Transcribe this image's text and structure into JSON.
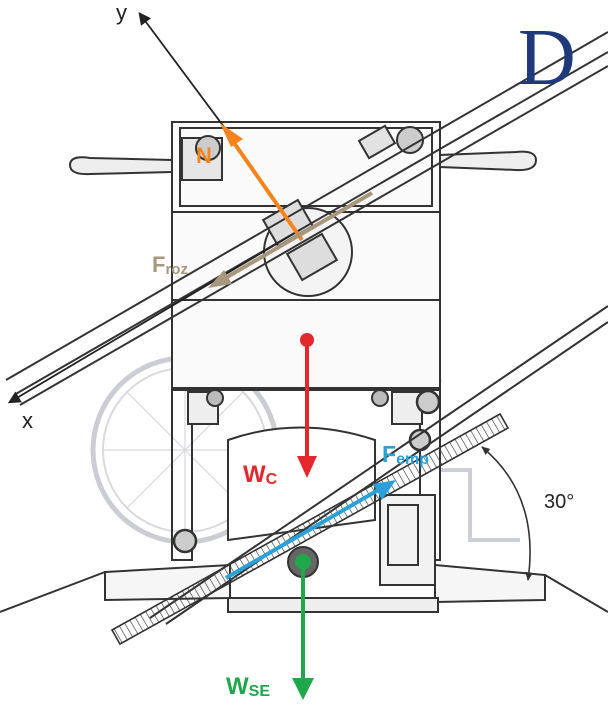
{
  "panel_letter": "D",
  "axes": {
    "x_label": "x",
    "y_label": "y"
  },
  "angle_label": "30°",
  "forces": {
    "normal": {
      "main": "N",
      "sub": "",
      "color": "#f5841f"
    },
    "friction": {
      "main": "F",
      "sub": "roz",
      "color": "#a8977c"
    },
    "weight_chair": {
      "main": "W",
      "sub": "C",
      "color": "#e2282d"
    },
    "push": {
      "main": "F",
      "sub": "emp",
      "color": "#2aa1d8"
    },
    "weight_system": {
      "main": "W",
      "sub": "SE",
      "color": "#1ea84b"
    }
  },
  "colors": {
    "letter": "#1f3a7a",
    "drawing_line": "#333333",
    "ghost_chair": "#c9ccd6"
  }
}
